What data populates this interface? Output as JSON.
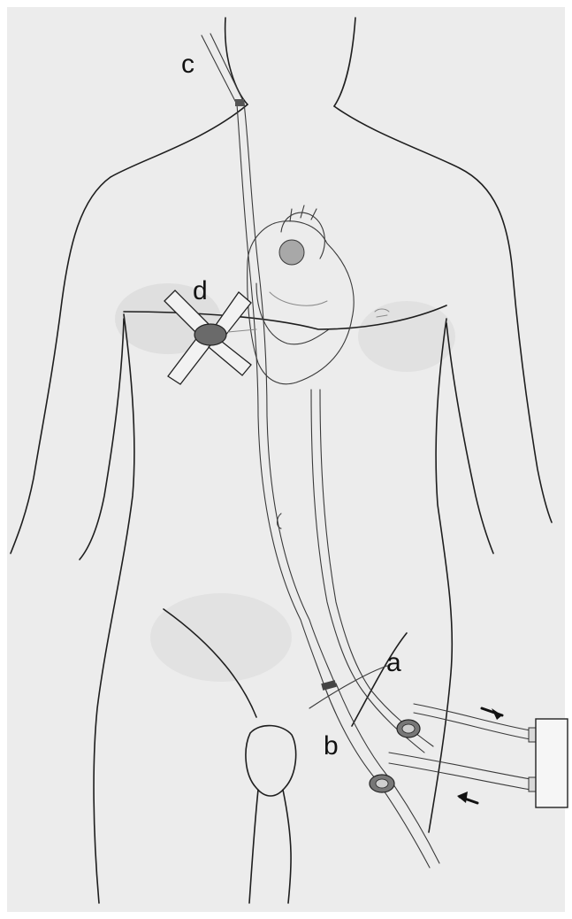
{
  "labels": {
    "a": "a",
    "b": "b",
    "c": "c",
    "d": "d"
  },
  "colors": {
    "paper": "#ececec",
    "ink": "#1e1e1e",
    "shade": "#b5b5b5"
  }
}
